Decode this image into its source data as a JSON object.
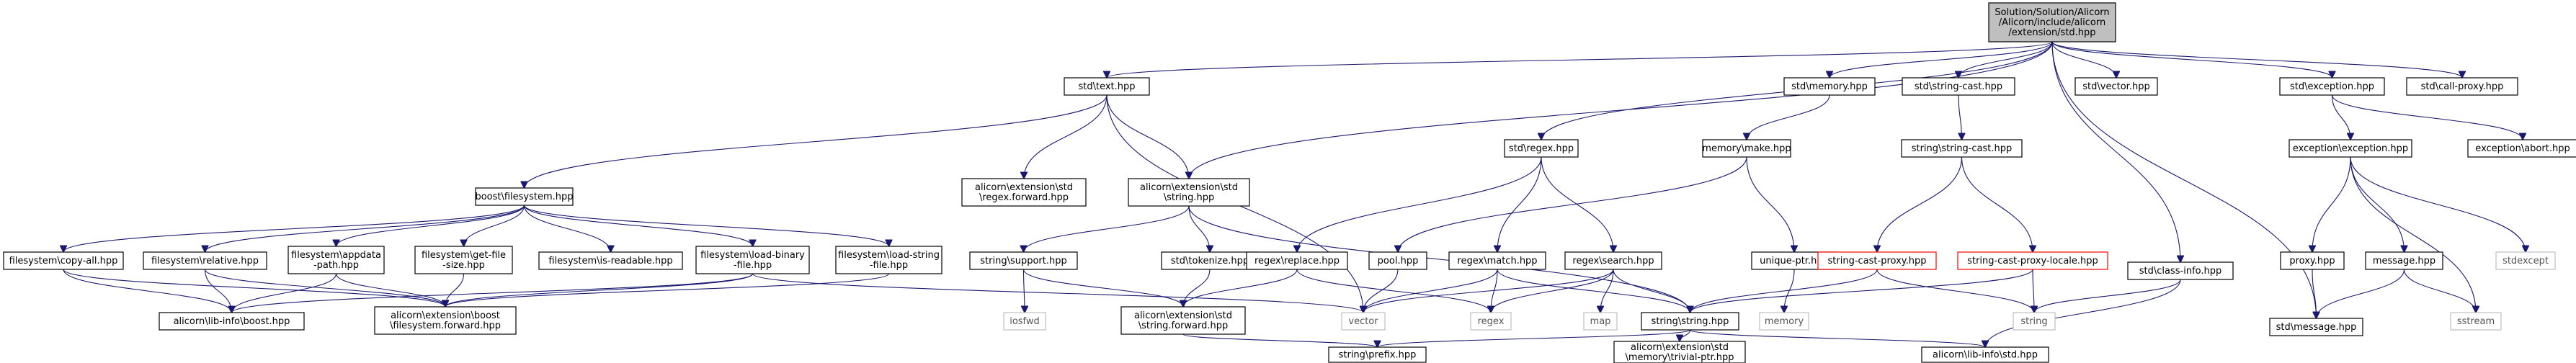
{
  "graph": {
    "nodes": [
      {
        "id": "root",
        "lines": [
          "Solution/Solution/Alicorn",
          "/Alicorn/include/alicorn",
          "/extension/std.hpp"
        ],
        "style": "root"
      },
      {
        "id": "std_text",
        "lines": [
          "std\\text.hpp"
        ]
      },
      {
        "id": "alicorn_std_string",
        "lines": [
          "alicorn\\extension\\std",
          "\\string.hpp"
        ]
      },
      {
        "id": "std_regex",
        "lines": [
          "std\\regex.hpp"
        ]
      },
      {
        "id": "std_memory",
        "lines": [
          "std\\memory.hpp"
        ]
      },
      {
        "id": "std_string_cast",
        "lines": [
          "std\\string-cast.hpp"
        ]
      },
      {
        "id": "std_class_info",
        "lines": [
          "std\\class-info.hpp"
        ]
      },
      {
        "id": "std_vector",
        "lines": [
          "std\\vector.hpp"
        ]
      },
      {
        "id": "std_exception",
        "lines": [
          "std\\exception.hpp"
        ]
      },
      {
        "id": "std_call_proxy",
        "lines": [
          "std\\call-proxy.hpp"
        ]
      },
      {
        "id": "std_message",
        "lines": [
          "std\\message.hpp"
        ]
      },
      {
        "id": "boost_filesystem",
        "lines": [
          "boost\\filesystem.hpp"
        ]
      },
      {
        "id": "regex_forward",
        "lines": [
          "alicorn\\extension\\std",
          "\\regex.forward.hpp"
        ]
      },
      {
        "id": "memory_make",
        "lines": [
          "memory\\make.hpp"
        ]
      },
      {
        "id": "string_string_cast",
        "lines": [
          "string\\string-cast.hpp"
        ]
      },
      {
        "id": "exception_exception",
        "lines": [
          "exception\\exception.hpp"
        ]
      },
      {
        "id": "exception_abort",
        "lines": [
          "exception\\abort.hpp"
        ]
      },
      {
        "id": "fs_copy_all",
        "lines": [
          "filesystem\\copy-all.hpp"
        ]
      },
      {
        "id": "fs_relative",
        "lines": [
          "filesystem\\relative.hpp"
        ]
      },
      {
        "id": "fs_appdata",
        "lines": [
          "filesystem\\appdata",
          "-path.hpp"
        ]
      },
      {
        "id": "fs_get_file_size",
        "lines": [
          "filesystem\\get-file",
          "-size.hpp"
        ]
      },
      {
        "id": "fs_is_readable",
        "lines": [
          "filesystem\\is-readable.hpp"
        ]
      },
      {
        "id": "fs_load_binary",
        "lines": [
          "filesystem\\load-binary",
          "-file.hpp"
        ]
      },
      {
        "id": "fs_load_string",
        "lines": [
          "filesystem\\load-string",
          "-file.hpp"
        ]
      },
      {
        "id": "string_support",
        "lines": [
          "string\\support.hpp"
        ]
      },
      {
        "id": "std_tokenize",
        "lines": [
          "std\\tokenize.hpp"
        ]
      },
      {
        "id": "regex_replace",
        "lines": [
          "regex\\replace.hpp"
        ]
      },
      {
        "id": "pool_hpp",
        "lines": [
          "pool.hpp"
        ]
      },
      {
        "id": "regex_match",
        "lines": [
          "regex\\match.hpp"
        ]
      },
      {
        "id": "regex_search",
        "lines": [
          "regex\\search.hpp"
        ]
      },
      {
        "id": "unique_ptr",
        "lines": [
          "unique-ptr.hpp"
        ]
      },
      {
        "id": "string_cast_proxy",
        "lines": [
          "string-cast-proxy.hpp"
        ],
        "style": "red"
      },
      {
        "id": "string_cast_proxy_locale",
        "lines": [
          "string-cast-proxy-locale.hpp"
        ],
        "style": "red"
      },
      {
        "id": "proxy_hpp",
        "lines": [
          "proxy.hpp"
        ]
      },
      {
        "id": "message_hpp",
        "lines": [
          "message.hpp"
        ]
      },
      {
        "id": "stdexcept",
        "lines": [
          "stdexcept"
        ],
        "style": "gray"
      },
      {
        "id": "lib_info_boost",
        "lines": [
          "alicorn\\lib-info\\boost.hpp"
        ]
      },
      {
        "id": "boost_fs_forward",
        "lines": [
          "alicorn\\extension\\boost",
          "\\filesystem.forward.hpp"
        ]
      },
      {
        "id": "iosfwd",
        "lines": [
          "iosfwd"
        ],
        "style": "gray"
      },
      {
        "id": "std_string_forward",
        "lines": [
          "alicorn\\extension\\std",
          "\\string.forward.hpp"
        ]
      },
      {
        "id": "vector",
        "lines": [
          "vector"
        ],
        "style": "gray"
      },
      {
        "id": "regex",
        "lines": [
          "regex"
        ],
        "style": "gray"
      },
      {
        "id": "map",
        "lines": [
          "map"
        ],
        "style": "gray"
      },
      {
        "id": "string_string",
        "lines": [
          "string\\string.hpp"
        ]
      },
      {
        "id": "memory",
        "lines": [
          "memory"
        ],
        "style": "gray"
      },
      {
        "id": "string",
        "lines": [
          "string"
        ],
        "style": "gray"
      },
      {
        "id": "sstream",
        "lines": [
          "sstream"
        ],
        "style": "gray"
      },
      {
        "id": "string_prefix",
        "lines": [
          "string\\prefix.hpp"
        ]
      },
      {
        "id": "trivial_ptr",
        "lines": [
          "alicorn\\extension\\std",
          "\\memory\\trivial-ptr.hpp"
        ]
      },
      {
        "id": "lib_info_std",
        "lines": [
          "alicorn\\lib-info\\std.hpp"
        ]
      }
    ],
    "edges": [
      [
        "root",
        "std_text"
      ],
      [
        "root",
        "alicorn_std_string"
      ],
      [
        "root",
        "std_regex"
      ],
      [
        "root",
        "std_memory"
      ],
      [
        "root",
        "std_string_cast"
      ],
      [
        "root",
        "std_class_info"
      ],
      [
        "root",
        "std_vector"
      ],
      [
        "root",
        "std_exception"
      ],
      [
        "root",
        "std_call_proxy"
      ],
      [
        "root",
        "std_message"
      ],
      [
        "std_text",
        "boost_filesystem"
      ],
      [
        "std_text",
        "regex_forward"
      ],
      [
        "std_text",
        "alicorn_std_string"
      ],
      [
        "std_text",
        "vector"
      ],
      [
        "alicorn_std_string",
        "string_support"
      ],
      [
        "alicorn_std_string",
        "std_tokenize"
      ],
      [
        "alicorn_std_string",
        "string_string"
      ],
      [
        "boost_filesystem",
        "fs_copy_all"
      ],
      [
        "boost_filesystem",
        "fs_relative"
      ],
      [
        "boost_filesystem",
        "fs_appdata"
      ],
      [
        "boost_filesystem",
        "fs_get_file_size"
      ],
      [
        "boost_filesystem",
        "fs_is_readable"
      ],
      [
        "boost_filesystem",
        "fs_load_binary"
      ],
      [
        "boost_filesystem",
        "fs_load_string"
      ],
      [
        "fs_copy_all",
        "lib_info_boost"
      ],
      [
        "fs_copy_all",
        "boost_fs_forward"
      ],
      [
        "fs_relative",
        "lib_info_boost"
      ],
      [
        "fs_relative",
        "boost_fs_forward"
      ],
      [
        "fs_appdata",
        "lib_info_boost"
      ],
      [
        "fs_appdata",
        "boost_fs_forward"
      ],
      [
        "fs_get_file_size",
        "boost_fs_forward"
      ],
      [
        "fs_load_binary",
        "lib_info_boost"
      ],
      [
        "fs_load_binary",
        "boost_fs_forward"
      ],
      [
        "fs_load_binary",
        "vector"
      ],
      [
        "fs_load_string",
        "boost_fs_forward"
      ],
      [
        "string_support",
        "iosfwd"
      ],
      [
        "string_support",
        "std_string_forward"
      ],
      [
        "std_tokenize",
        "std_string_forward"
      ],
      [
        "std_regex",
        "regex_replace"
      ],
      [
        "std_regex",
        "regex_match"
      ],
      [
        "std_regex",
        "regex_search"
      ],
      [
        "regex_replace",
        "std_string_forward"
      ],
      [
        "regex_replace",
        "regex"
      ],
      [
        "regex_match",
        "vector"
      ],
      [
        "regex_match",
        "regex"
      ],
      [
        "regex_match",
        "string_string"
      ],
      [
        "regex_search",
        "vector"
      ],
      [
        "regex_search",
        "regex"
      ],
      [
        "regex_search",
        "map"
      ],
      [
        "regex_search",
        "string_string"
      ],
      [
        "std_memory",
        "memory_make"
      ],
      [
        "memory_make",
        "pool_hpp"
      ],
      [
        "memory_make",
        "unique_ptr"
      ],
      [
        "pool_hpp",
        "vector"
      ],
      [
        "unique_ptr",
        "memory"
      ],
      [
        "std_string_cast",
        "string_string_cast"
      ],
      [
        "string_string_cast",
        "string_cast_proxy"
      ],
      [
        "string_string_cast",
        "string_cast_proxy_locale"
      ],
      [
        "string_cast_proxy",
        "string_string"
      ],
      [
        "string_cast_proxy",
        "string"
      ],
      [
        "string_cast_proxy_locale",
        "string_string"
      ],
      [
        "string_cast_proxy_locale",
        "string"
      ],
      [
        "string_string",
        "string_prefix"
      ],
      [
        "string_string",
        "trivial_ptr"
      ],
      [
        "string_string",
        "lib_info_std"
      ],
      [
        "std_class_info",
        "string"
      ],
      [
        "std_class_info",
        "lib_info_std"
      ],
      [
        "std_exception",
        "exception_exception"
      ],
      [
        "std_exception",
        "exception_abort"
      ],
      [
        "exception_exception",
        "proxy_hpp"
      ],
      [
        "exception_exception",
        "message_hpp"
      ],
      [
        "exception_exception",
        "stdexcept"
      ],
      [
        "exception_exception",
        "sstream"
      ],
      [
        "proxy_hpp",
        "std_message"
      ],
      [
        "message_hpp",
        "std_message"
      ],
      [
        "message_hpp",
        "sstream"
      ],
      [
        "std_string_forward",
        "string_prefix"
      ]
    ]
  }
}
